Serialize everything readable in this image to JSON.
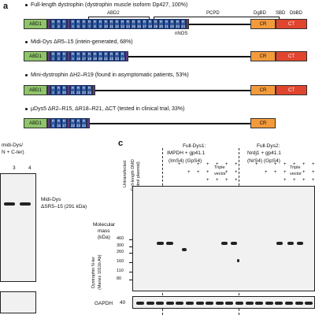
{
  "panel_a": {
    "letter": "a",
    "constructs": [
      {
        "title": "Full-length dystrophin (dystrophin muscle isoform Dp427, 100%)",
        "repeats": [
          "1",
          "2",
          "3",
          "4",
          "5",
          "6",
          "7",
          "8",
          "9",
          "10",
          "11",
          "12",
          "13",
          "14",
          "15",
          "16",
          "17",
          "18",
          "19",
          "20",
          "21",
          "22",
          "23",
          "24"
        ],
        "domains": {
          "abd1": "ABD1",
          "cr": "CR",
          "ct": "CT",
          "abd2": "ABD2",
          "pcpd": "PCPD",
          "dgbd": "DgBD",
          "sbd": "SBD",
          "dbbd": "DbBD",
          "nnos": "nNOS"
        }
      },
      {
        "title": "Midi-Dys ΔR5–15 (intein-generated, 68%)",
        "repeats": [
          "1",
          "2",
          "3",
          "4",
          "16",
          "17",
          "18",
          "19",
          "20",
          "21",
          "22",
          "23",
          "24"
        ],
        "domains": {
          "abd1": "ABD1",
          "cr": "CR",
          "ct": "CT"
        }
      },
      {
        "title": "Mini-dystrophin ΔH2–R19 (found in asymptomatic patients, 53%)",
        "repeats": [
          "1",
          "2",
          "20",
          "21",
          "22",
          "23",
          "24"
        ],
        "domains": {
          "abd1": "ABD1",
          "cr": "CR",
          "ct": "CT"
        }
      },
      {
        "title": "μDys5 ΔR2–R15, ΔR18–R21, ΔCT (tested in clinical trial, 33%)",
        "repeats": [
          "1",
          "16",
          "17",
          "22",
          "23",
          "24"
        ],
        "domains": {
          "abd1": "ABD1",
          "cr": "CR"
        }
      }
    ]
  },
  "panel_b": {
    "header": "midi-Dys/",
    "header2": "N + C-ter)",
    "lanes": [
      "3",
      "4"
    ],
    "band_label_1": "Midi-Dys",
    "band_label_2": "ΔSR5–15 (291 kDa)"
  },
  "panel_c": {
    "letter": "c",
    "group1_title": "Full-Dys1:",
    "group1_line2": "IMPDH + gp41.1",
    "group1_line3": "(ImS4)      (GpS4)",
    "group2_title": "Full-Dys2:",
    "group2_line2": "Nrdj1 + gp41.1",
    "group2_line3": "(NrS4)      (GpS4)",
    "triple_label": "Triple",
    "vector_label": "vector",
    "untransfected": "Untransfected",
    "fulllength_dmd": "Full-length DMD",
    "control_plasmid": "(control plasmid)",
    "mm_label": "Molecular",
    "mm_label2": "mass",
    "mm_unit": "(kDa)",
    "markers": [
      "460",
      "300",
      "260",
      "160",
      "110",
      "80"
    ],
    "yaxis_label_1": "Dystrophin N-ter",
    "yaxis_label_2": "(Manex 1011b Ab)",
    "loading_label": "GAPDH",
    "loading_marker": "40",
    "plus_sign": "+"
  }
}
